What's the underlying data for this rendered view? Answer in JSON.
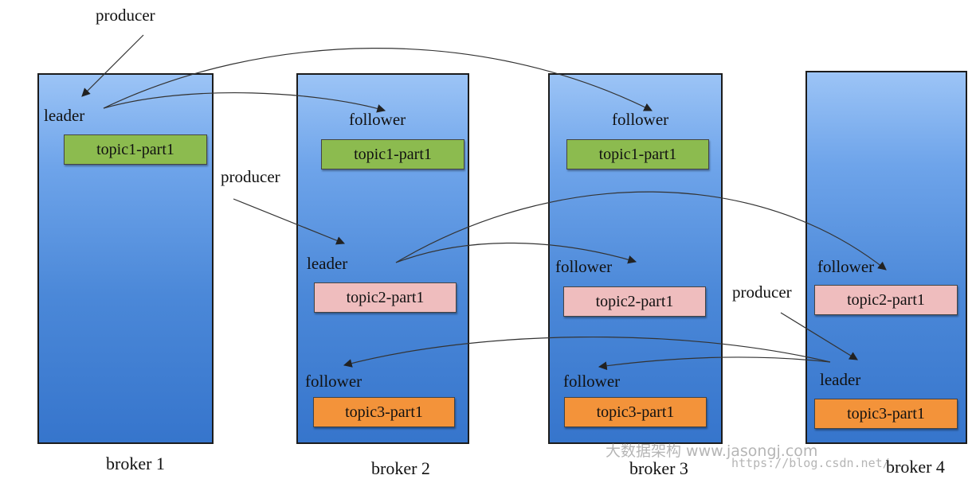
{
  "brokers": [
    {
      "label": "broker 1"
    },
    {
      "label": "broker 2"
    },
    {
      "label": "broker 3"
    },
    {
      "label": "broker 4"
    }
  ],
  "roles": {
    "leader": "leader",
    "follower": "follower",
    "producer": "producer"
  },
  "partitions": {
    "topic1": "topic1-part1",
    "topic2": "topic2-part1",
    "topic3": "topic3-part1"
  },
  "colors": {
    "topic1": "#8cbb4f",
    "topic2": "#efbdbe",
    "topic3": "#f3933a",
    "broker_top": "#9cc4f6",
    "broker_bottom": "#3675cc"
  },
  "watermarks": {
    "site": "大数据架构 www.jasongj.com",
    "url": "https://blog.csdn.net/..."
  }
}
